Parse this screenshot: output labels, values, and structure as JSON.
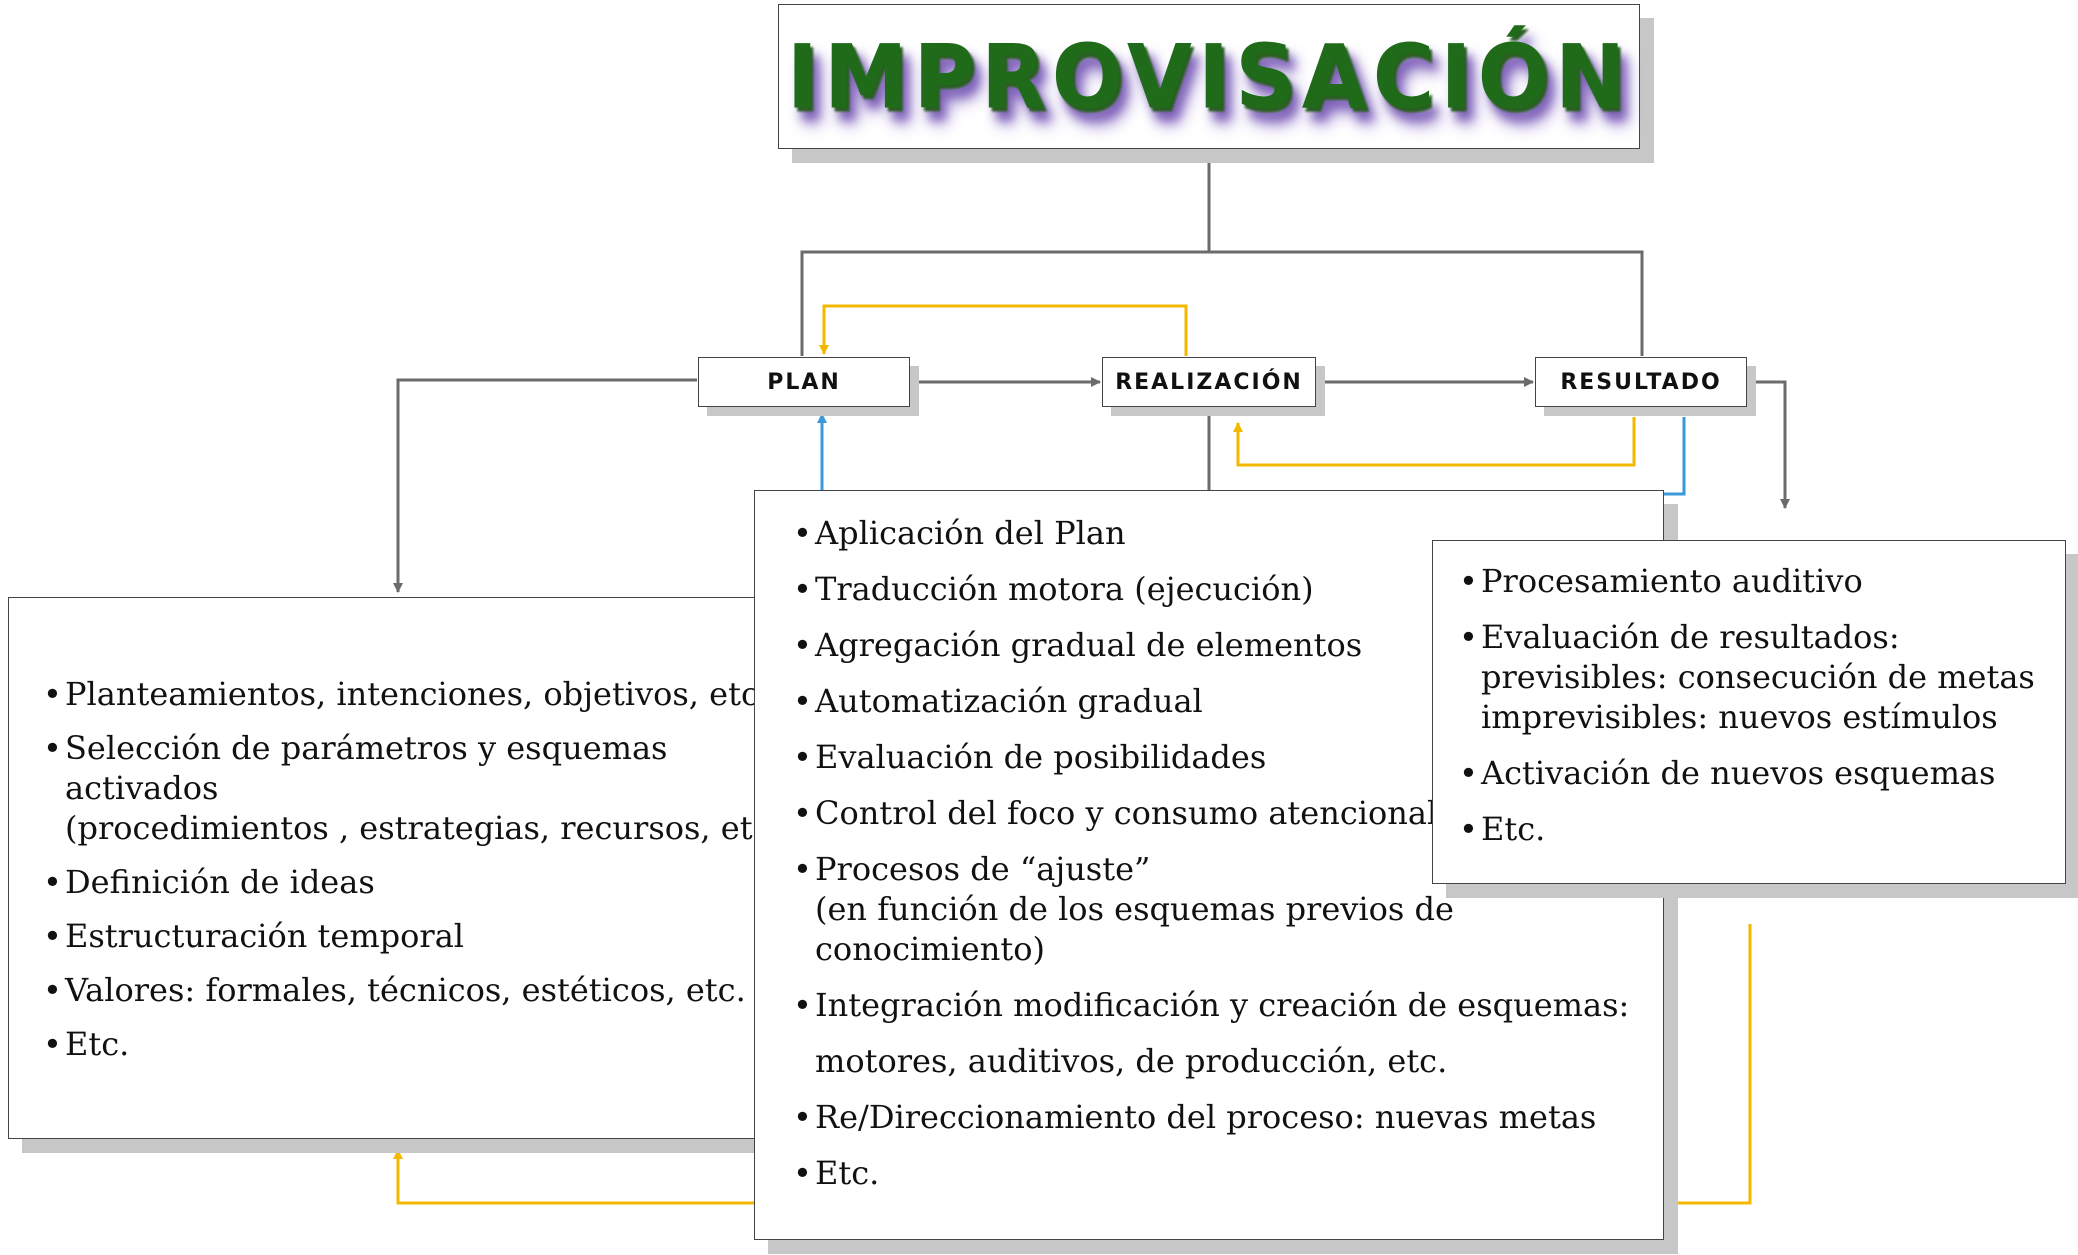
{
  "title": "IMPROVISACIÓN",
  "stages": {
    "plan": "PLAN",
    "realizacion": "REALIZACIÓN",
    "resultado": "RESULTADO"
  },
  "colors": {
    "connector": "#6b6b6b",
    "feedback_yellow": "#f5b800",
    "feedback_blue": "#3a9ad9",
    "box_border": "#444444",
    "box_shadow": "#c7c7c7"
  },
  "plan_items": [
    {
      "text": "Planteamientos, intenciones, objetivos, etc."
    },
    {
      "text": "Selección de parámetros y esquemas activados",
      "cont": "(procedimientos , estrategias, recursos, etc.)"
    },
    {
      "text": "Definición de ideas"
    },
    {
      "text": "Estructuración temporal"
    },
    {
      "text": "Valores: formales, técnicos, estéticos, etc."
    },
    {
      "text": "Etc."
    }
  ],
  "realizacion_items": [
    {
      "text": "Aplicación del Plan"
    },
    {
      "text": "Traducción motora (ejecución)"
    },
    {
      "text": "Agregación gradual de elementos"
    },
    {
      "text": "Automatización gradual"
    },
    {
      "text": "Evaluación de posibilidades"
    },
    {
      "text": "Control del foco y consumo atencional"
    },
    {
      "text": "Procesos de “ajuste”",
      "cont": "(en función de los esquemas previos de conocimiento)"
    },
    {
      "text": "Integración modificación y creación de esquemas:",
      "cont": "motores, auditivos, de producción, etc."
    },
    {
      "text": "Re/Direccionamiento del proceso: nuevas metas"
    },
    {
      "text": "Etc."
    }
  ],
  "resultado_items": [
    {
      "text": "Procesamiento auditivo"
    },
    {
      "text": "Evaluación de resultados:",
      "cont": "previsibles: consecución de metas",
      "cont2": "imprevisibles: nuevos estímulos"
    },
    {
      "text": "Activación de nuevos esquemas"
    },
    {
      "text": "Etc."
    }
  ]
}
